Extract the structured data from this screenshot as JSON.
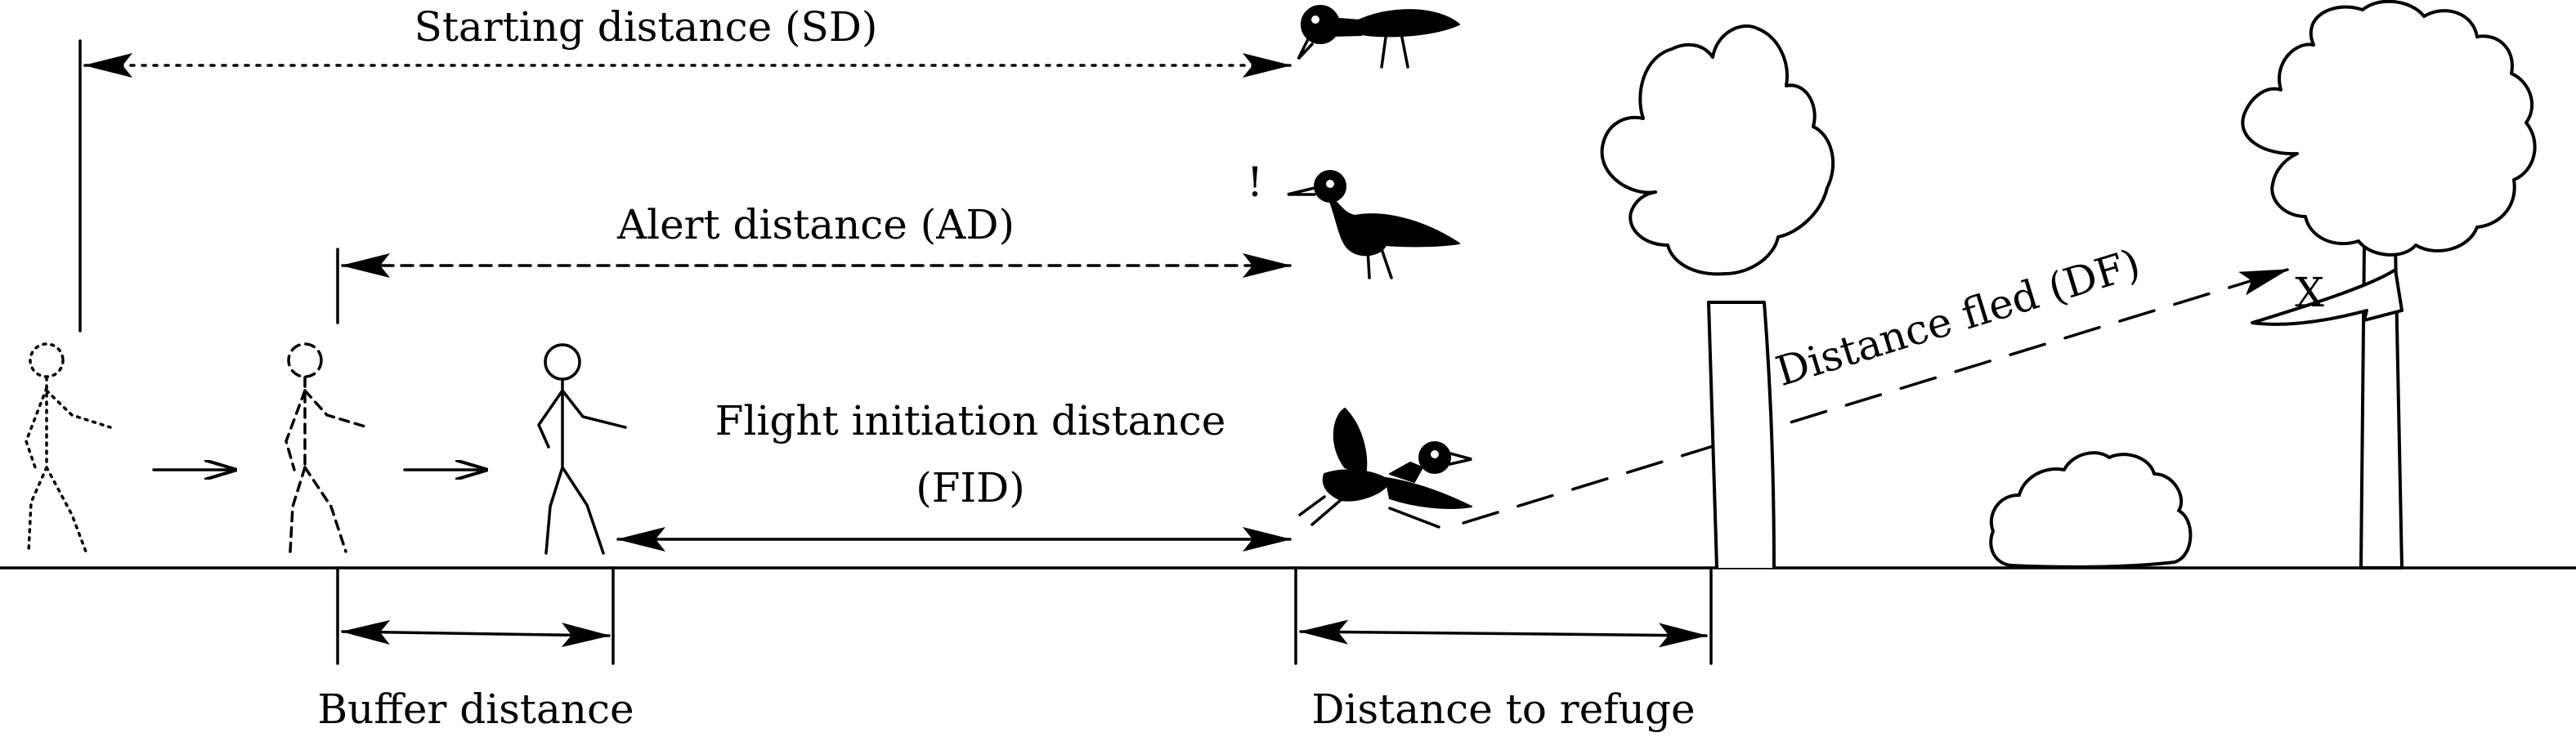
{
  "labels": {
    "starting_distance": "Starting distance (SD)",
    "alert_distance": "Alert distance (AD)",
    "fid_line1": "Flight initiation distance",
    "fid_line2": "(FID)",
    "distance_fled": "Distance fled (DF)",
    "buffer_distance": "Buffer distance",
    "distance_to_refuge": "Distance to refuge",
    "alert_mark": "!",
    "landing_mark": "X"
  },
  "line_styles": {
    "starting_distance": "dotted",
    "alert_distance": "dashed",
    "flight_initiation_distance": "solid",
    "distance_fled": "long-dashed"
  },
  "colors": {
    "ink": "#000000",
    "background": "#ffffff"
  }
}
